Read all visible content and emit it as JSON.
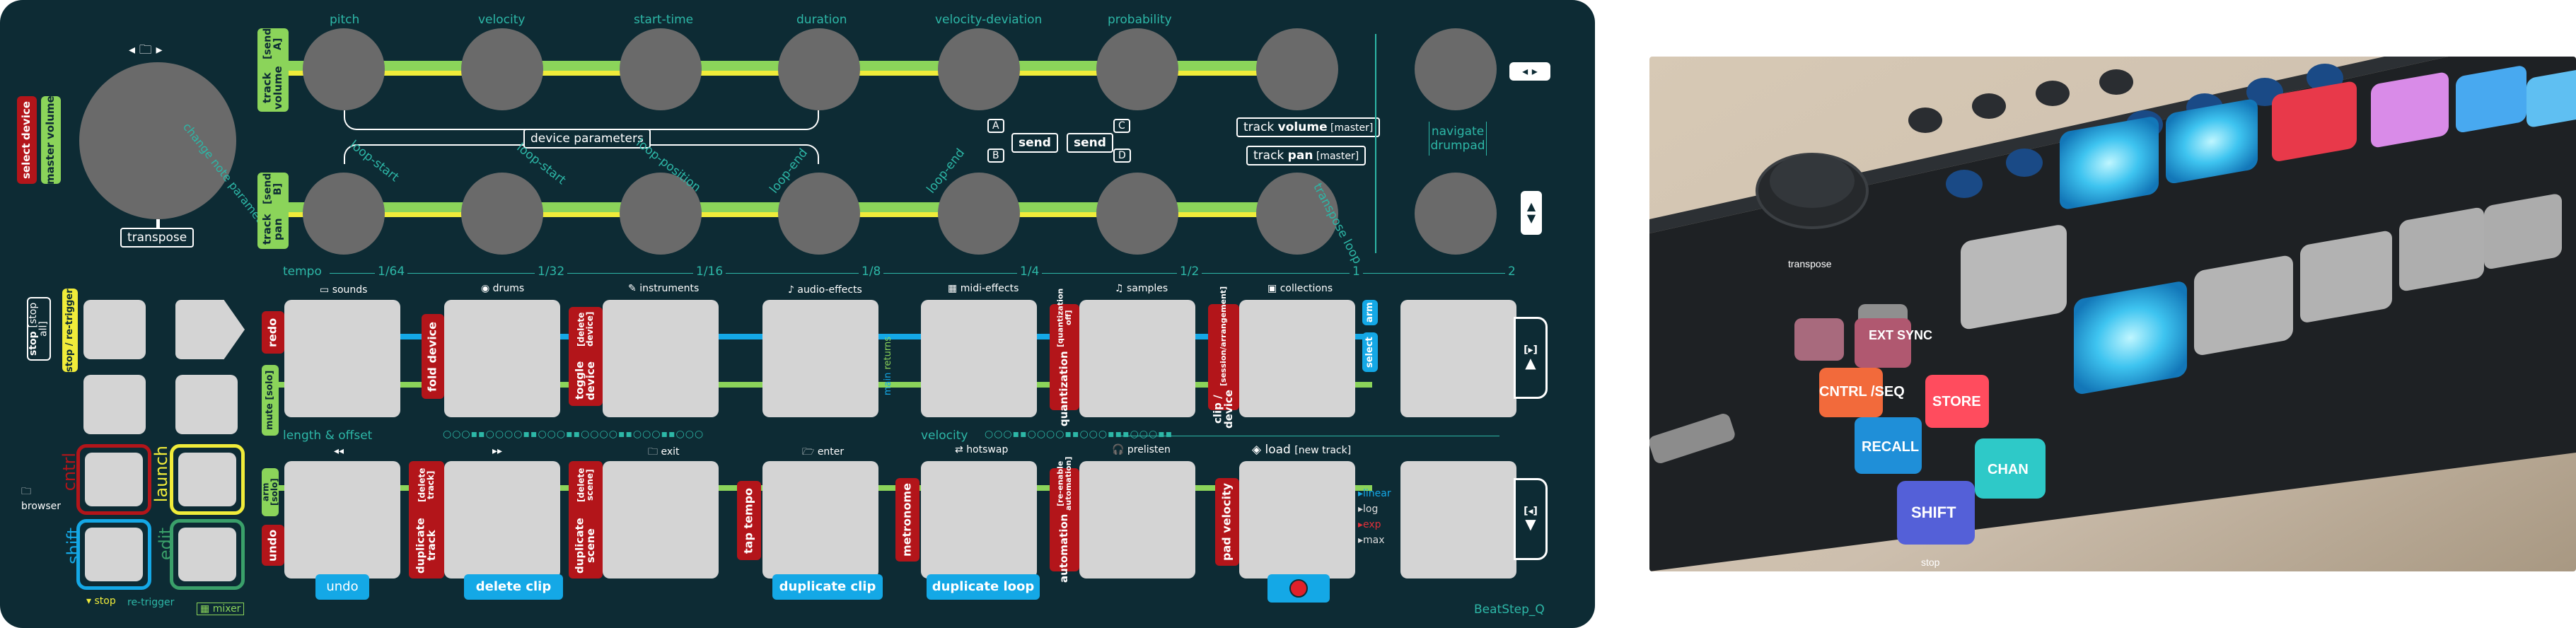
{
  "panel": {
    "brand": "BeatStep_Q",
    "colors": {
      "background": "#0d2b34",
      "pad": "#d4d4d4",
      "knob": "#6a6a6a",
      "accent_teal": "#2db7a7",
      "green": "#8bd45a",
      "yellow": "#f0ec3a",
      "blue": "#14a8e6",
      "red": "#b3151a"
    },
    "left": {
      "select_device": [
        "select",
        "device"
      ],
      "master_volume": [
        "master",
        "volume"
      ],
      "change_note_param": "change note parameter",
      "transpose": "transpose",
      "folder_nav": "◂ 🗀 ▸"
    },
    "top_row_labels": [
      "pitch",
      "velocity",
      "start-time",
      "duration",
      "velocity-deviation",
      "probability"
    ],
    "bottom_row_labels": [
      "loop-start",
      "loop-start",
      "loop-position",
      "loop-end",
      "loop-end"
    ],
    "transpose_loop": "transpose loop",
    "track_volume_tag": [
      "track volume",
      "[send A]"
    ],
    "track_pan_tag": [
      "track pan",
      "[send B]"
    ],
    "device_parameters": "device parameters",
    "sends": {
      "a": "A",
      "b": "B",
      "c": "C",
      "d": "D",
      "send1": "send",
      "send2": "send"
    },
    "track_volume_master": [
      "track ",
      "volume",
      " [master]"
    ],
    "track_pan_master": [
      "track ",
      "pan",
      " [master]"
    ],
    "navigate_drumpad": [
      "navigate",
      "drumpad"
    ],
    "tempo_axis": {
      "label": "tempo",
      "ticks": [
        "1/64",
        "1/32",
        "1/16",
        "1/8",
        "1/4",
        "1/2",
        "1",
        "2"
      ]
    },
    "browser_cats": [
      "sounds",
      "drums",
      "instruments",
      "audio-effects",
      "midi-effects",
      "samples",
      "collections"
    ],
    "length_offset": "length & offset",
    "velocity": "velocity",
    "row2_icons": [
      "◂◂",
      "▸▸",
      "exit",
      "enter",
      "hotswap",
      "prelisten",
      "load",
      "[new track]"
    ],
    "stop_all": [
      "stop",
      "[stop all]"
    ],
    "stop_retrigger": "stop / re-trigger",
    "browser": "browser",
    "shift": "shift",
    "cntrl": "cntrl",
    "launch": "launch",
    "edit": "edit",
    "stop": "stop",
    "re_trigger": "re-trigger",
    "mixer": "mixer",
    "redo": "redo",
    "mute_solo": "mute [solo]",
    "arm_solo": "arm [solo]",
    "undo": "undo",
    "fold_device": "fold device",
    "duplicate_track": [
      "duplicate track",
      "[delete track]"
    ],
    "toggle_device": [
      "toggle device",
      "[delete device]"
    ],
    "duplicate_scene": [
      "duplicate scene",
      "[delete scene]"
    ],
    "tap_tempo": "tap tempo",
    "mid_return": [
      "main",
      "returns"
    ],
    "metronome": "metronome",
    "quantization": [
      "quantization",
      "[quantization off]"
    ],
    "automation": [
      "automation",
      "[re-enable automation]"
    ],
    "clip_device": [
      "clip / device",
      "[session/arrangement]"
    ],
    "pad_velocity": "pad velocity",
    "arm": "arm",
    "select": "select",
    "curves": [
      "linear",
      "log",
      "exp",
      "max"
    ],
    "bottom_buttons": [
      "undo",
      "delete clip",
      "duplicate clip",
      "duplicate loop"
    ],
    "arrow_up_down": [
      "▲",
      "▼"
    ],
    "nav_left_right": "◂ ▸",
    "nav_up_down": [
      "▲",
      "▼"
    ],
    "bracket_up": "[▸]",
    "bracket_down": "[◂]"
  },
  "photo": {
    "keys": [
      "CNTRL /SEQ",
      "EXT SYNC",
      "RECALL",
      "STORE",
      "SHIFT",
      "CHAN"
    ],
    "small_labels": [
      "transpose",
      "stop"
    ]
  }
}
